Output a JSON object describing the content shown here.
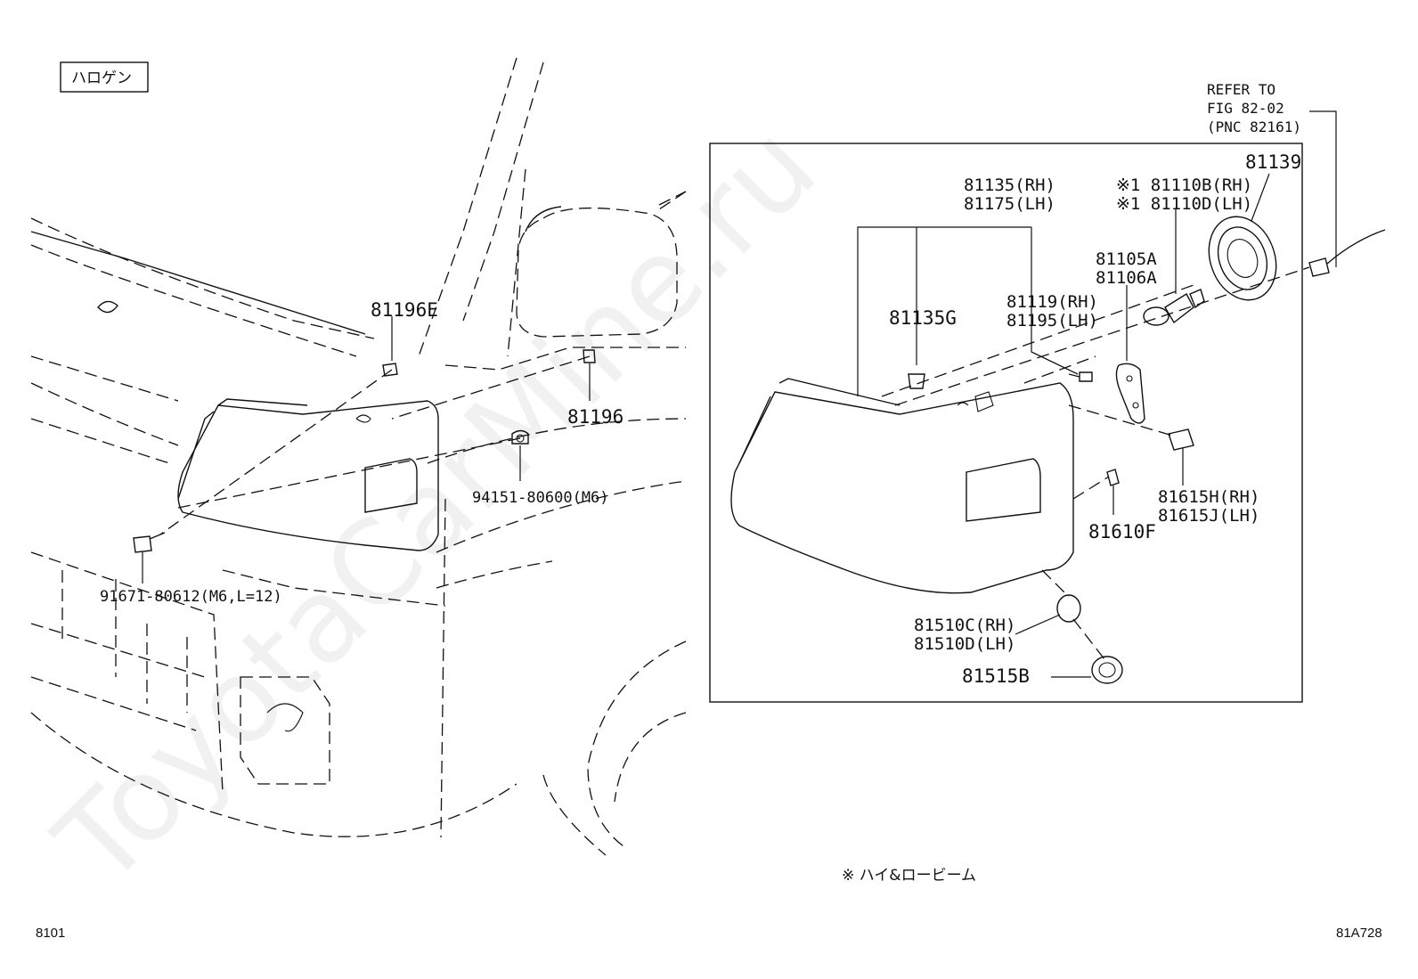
{
  "variant_label": "ハロゲン",
  "refer_note": [
    "REFER TO",
    "FIG 82-02",
    "(PNC 82161)"
  ],
  "left_parts": {
    "p81196E": "81196E",
    "p81196": "81196",
    "p94151": "94151-80600(M6)",
    "p91671": "91671-80612(M6,L=12)"
  },
  "detail_parts": {
    "p81135_rh": "81135(RH)",
    "p81175_lh": "81175(LH)",
    "p81135G": "81135G",
    "p81119_rh": "81119(RH)",
    "p81195_lh": "81195(LH)",
    "p81105A": "81105A",
    "p81106A": "81106A",
    "p81110B_rh": "※1 81110B(RH)",
    "p81110D_lh": "※1 81110D(LH)",
    "p81139": "81139",
    "p81615H_rh": "81615H(RH)",
    "p81615J_lh": "81615J(LH)",
    "p81610F": "81610F",
    "p81510C_rh": "81510C(RH)",
    "p81510D_lh": "81510D(LH)",
    "p81515B": "81515B"
  },
  "footnote": "※ ハイ&ロービーム",
  "page_code_left": "8101",
  "page_code_right": "81A728",
  "watermark": "ToyotaCarMine.ru"
}
